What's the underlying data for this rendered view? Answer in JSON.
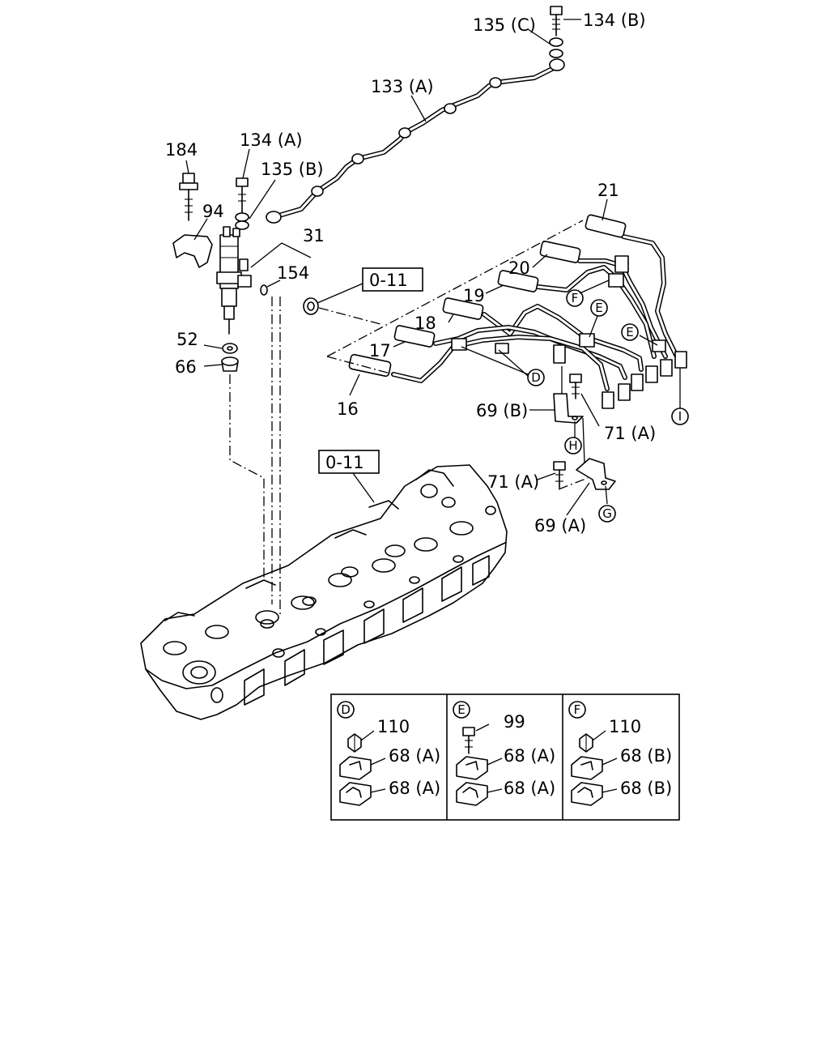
{
  "callouts": {
    "p135c": "135 (C)",
    "p134b": "134 (B)",
    "p133a": "133 (A)",
    "p184": "184",
    "p134a": "134 (A)",
    "p135b": "135 (B)",
    "p94": "94",
    "p31": "31",
    "p154": "154",
    "p52": "52",
    "p66": "66",
    "p21": "21",
    "p20": "20",
    "p19": "19",
    "p18": "18",
    "p17": "17",
    "p16": "16",
    "p69b": "69 (B)",
    "p71a_1": "71 (A)",
    "p71a_2": "71 (A)",
    "p69a": "69 (A)"
  },
  "ref_boxes": {
    "top": "0-11",
    "head": "0-11"
  },
  "markers": {
    "D": "D",
    "E_upper": "E",
    "E_right": "E",
    "F": "F",
    "H": "H",
    "G": "G",
    "I": "I"
  },
  "detail_panels": [
    {
      "key": "D",
      "top_part": "110",
      "mid_part": "68 (A)",
      "bottom_part": "68 (A)"
    },
    {
      "key": "E",
      "top_part": "99",
      "mid_part": "68 (A)",
      "bottom_part": "68 (A)"
    },
    {
      "key": "F",
      "top_part": "110",
      "mid_part": "68 (B)",
      "bottom_part": "68 (B)"
    }
  ]
}
